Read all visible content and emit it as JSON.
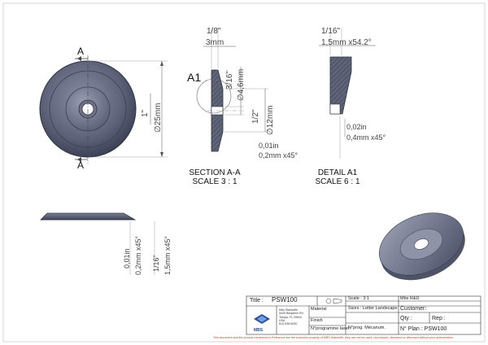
{
  "views": {
    "front": {
      "section_letter_top": "A",
      "section_letter_bottom": "A",
      "dim_height_inch": "1\"",
      "dim_diameter": "∅25mm"
    },
    "section": {
      "ref_label": "A1",
      "dim_thickness_inch": "1/8\"",
      "dim_thickness_mm": "3mm",
      "dim_bore_inch": "3/16\"",
      "dim_bore_mm": "∅4,6mm",
      "dim_recess_inch": "1/2\"",
      "dim_recess_mm": "∅12mm",
      "dim_chamfer_inch": "0,01in",
      "dim_chamfer_mm": "0,2mm x45°",
      "caption_line1": "SECTION A-A",
      "caption_line2": "SCALE 3 : 1"
    },
    "detail": {
      "dim_top_inch": "1/16\"",
      "dim_top_mm": "1,5mm x54.2°",
      "dim_chamfer_inch": "0,02in",
      "dim_chamfer_mm": "0,4mm x45°",
      "caption_line1": "DETAIL A1",
      "caption_line2": "SCALE 6 : 1"
    },
    "side": {
      "dim_chamfer1_inch": "0,01in",
      "dim_chamfer1_mm": "0,2mm x45°",
      "dim_chamfer2_inch": "1/16\"",
      "dim_chamfer2_mm": "1,5mm x45°"
    }
  },
  "title_block": {
    "title_label": "Title :",
    "title_value": "PSW100",
    "scale": "Scale : 3:1",
    "company": "Mbs R&D",
    "sizes": "Sizes : Letter Landscape",
    "customer_label": "Customer:",
    "material_label": "Material",
    "finish_label": "Finish",
    "programmer_label": "N°programme laser:",
    "qty_label": "Qty :",
    "rep_label": "Rep :",
    "prog_label": "N°prog. Mécanum.",
    "plan_label": "N° Plan : PSW100",
    "logo_text": "MBS",
    "address_lines": [
      "Mbs Standoffs",
      "5425 Benjamin Rd",
      "Tampa, FL 33634",
      "USA",
      "813-938-6020"
    ]
  },
  "disclaimer": "This document and the product mentioned in Reference are the exclusive property of MBS-Standoffs, they can not be used, reproduced, disclosed or disclosed without prior authorization."
}
